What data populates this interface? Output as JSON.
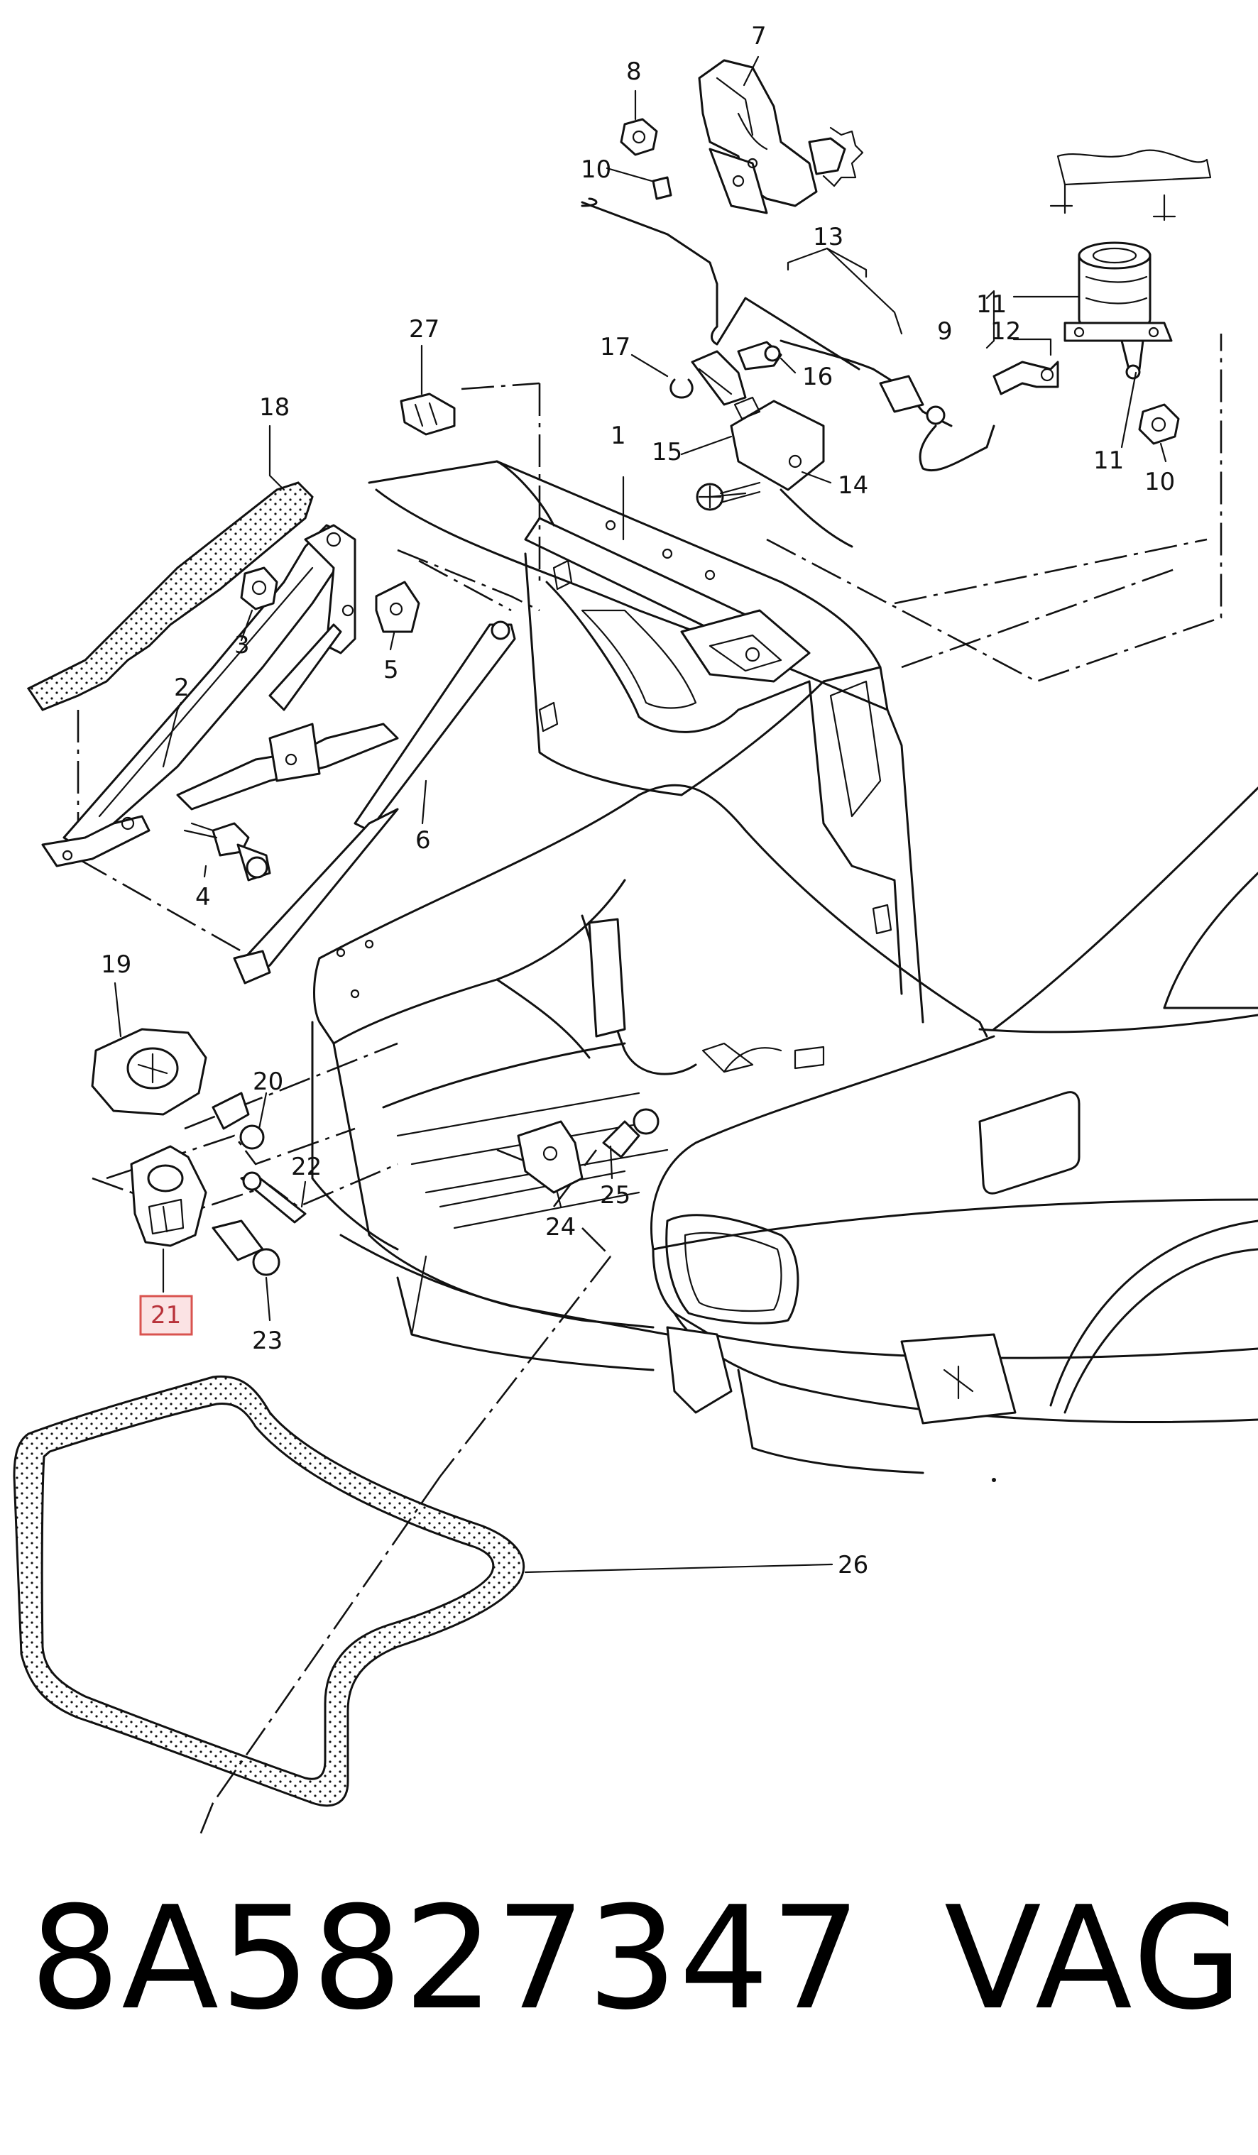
{
  "callouts": {
    "c1": "1",
    "c2": "2",
    "c3": "3",
    "c4": "4",
    "c5": "5",
    "c6": "6",
    "c7": "7",
    "c8": "8",
    "c9": "9",
    "c10a": "10",
    "c10b": "10",
    "c11a": "11",
    "c11b": "11",
    "c12": "12",
    "c13": "13",
    "c14": "14",
    "c15": "15",
    "c16": "16",
    "c17": "17",
    "c18": "18",
    "c19": "19",
    "c20": "20",
    "c21": "21",
    "c22": "22",
    "c23": "23",
    "c24": "24",
    "c25": "25",
    "c26": "26",
    "c27": "27"
  },
  "highlight": {
    "callout": "21",
    "color": "#d9534f",
    "fill": "#fbe3e4"
  },
  "footer": {
    "part_number": "8A5827347",
    "brand": "VAG"
  }
}
